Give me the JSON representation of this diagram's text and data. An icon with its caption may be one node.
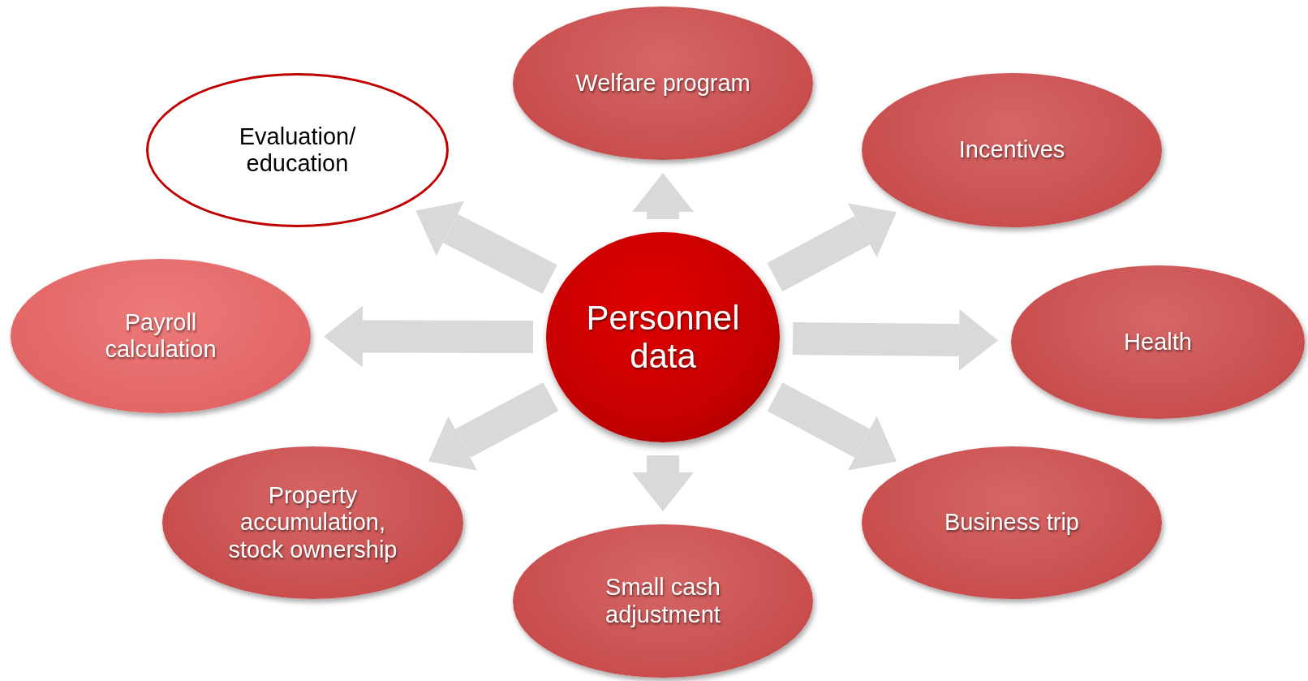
{
  "diagram": {
    "nodes": [
      {
        "text": [
          "Personnel data"
        ]
      },
      {
        "text": [
          "Welfare program"
        ]
      },
      {
        "text": [
          "Incentives"
        ]
      },
      {
        "text": [
          "Health"
        ]
      },
      {
        "text": [
          "Business trip"
        ]
      },
      {
        "text": [
          "Small cash adjustment"
        ]
      },
      {
        "text": [
          "Property accumulation, stock ownership"
        ]
      },
      {
        "text": [
          "Payroll calculation"
        ]
      },
      {
        "text": [
          "Evaluation/ education"
        ]
      }
    ],
    "edges": [
      {
        "from": 0,
        "to": 1,
        "arrow": "to"
      },
      {
        "from": 0,
        "to": 2,
        "arrow": "to"
      },
      {
        "from": 0,
        "to": 3,
        "arrow": "to"
      },
      {
        "from": 0,
        "to": 4,
        "arrow": "to"
      },
      {
        "from": 0,
        "to": 5,
        "arrow": "to"
      },
      {
        "from": 0,
        "to": 6,
        "arrow": "to"
      },
      {
        "from": 0,
        "to": 7,
        "arrow": "to"
      },
      {
        "from": 0,
        "to": 8,
        "arrow": "to"
      }
    ]
  }
}
